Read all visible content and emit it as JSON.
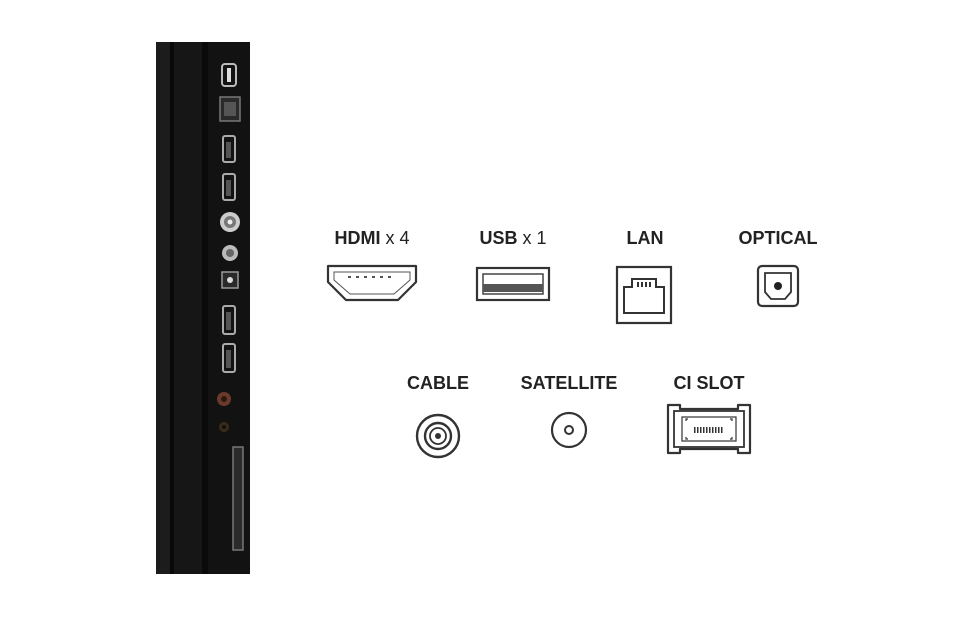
{
  "ports": {
    "hdmi": {
      "name": "HDMI",
      "count": "x 4",
      "icon": "hdmi-port-icon"
    },
    "usb": {
      "name": "USB",
      "count": "x 1",
      "icon": "usb-port-icon"
    },
    "lan": {
      "name": "LAN",
      "icon": "ethernet-port-icon"
    },
    "optical": {
      "name": "OPTICAL",
      "icon": "optical-port-icon"
    },
    "cable": {
      "name": "CABLE",
      "icon": "coaxial-connector-icon"
    },
    "satellite": {
      "name": "SATELLITE",
      "icon": "satellite-connector-icon"
    },
    "ci_slot": {
      "name": "CI SLOT",
      "icon": "ci-card-icon"
    }
  },
  "colors": {
    "panel": "#0e0e0e",
    "icon_stroke": "#333333",
    "label": "#222222"
  }
}
